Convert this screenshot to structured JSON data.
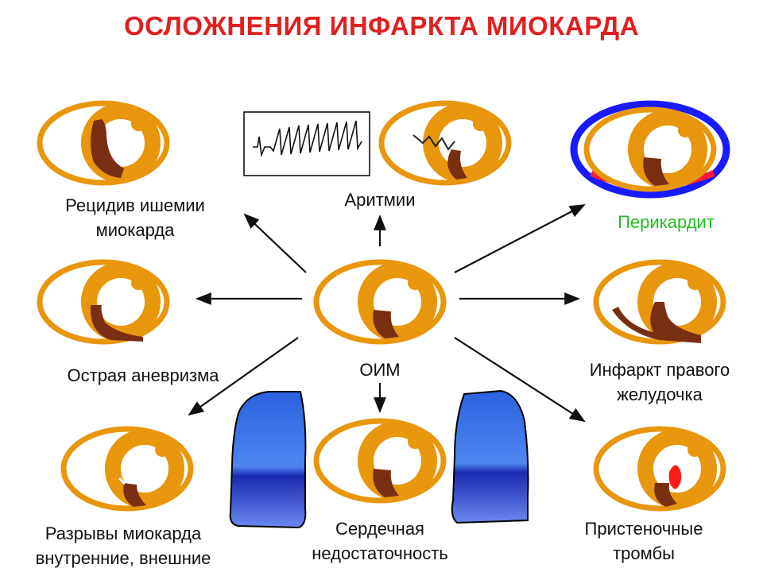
{
  "title": "ОСЛОЖНЕНИЯ ИНФАРКТА МИОКАРДА",
  "center_label": "ОИМ",
  "complications": {
    "ischemia_relapse": [
      "Рецидив ишемии",
      "миокарда"
    ],
    "arrhythmias": [
      "Аритмии"
    ],
    "pericarditis": [
      "Перикардит"
    ],
    "acute_aneurysm": [
      "Острая аневризма"
    ],
    "rv_infarction": [
      "Инфаркт правого",
      "желудочка"
    ],
    "ruptures": [
      "Разрывы миокарда",
      "внутренние, внешние"
    ],
    "heart_failure": [
      "Сердечная",
      "недостаточность"
    ],
    "mural_thrombi": [
      "Пристеночные",
      "тромбы"
    ]
  },
  "colors": {
    "title": "#e0201f",
    "myocardium": "#e8960c",
    "infarct": "#7a2e12",
    "pericardium_outer": "#1a1aff",
    "pericardium_inner": "#ff1a3a",
    "pericarditis_label": "#1fbf1f",
    "thrombus": "#ff1a1a"
  },
  "icons": [
    "ecg-trace-icon",
    "heart-cross-section-icon",
    "lung-icon"
  ]
}
